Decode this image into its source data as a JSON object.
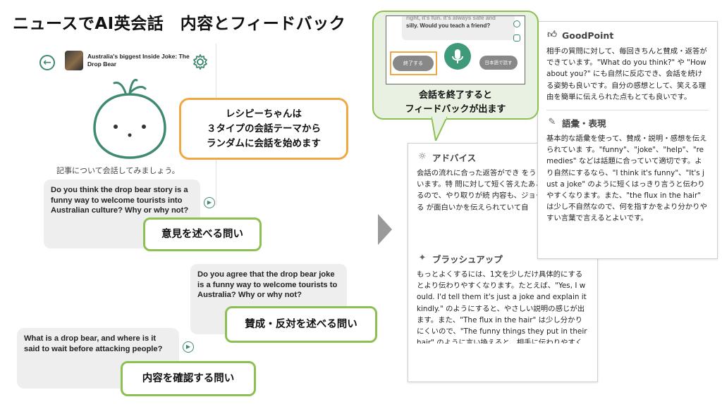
{
  "page_title": "ニュースでAI英会話　内容とフィードバック",
  "left": {
    "article_title": "Australia's biggest Inside Joke: The Drop Bear",
    "intro": "記事について会話してみましょう。",
    "callout_lines": [
      "レシピーちゃんは",
      "３タイプの会話テーマから",
      "ランダムに会話を始めます"
    ],
    "questions": [
      {
        "text": "Do you think the drop bear story is a funny way to welcome tourists into Australian culture? Why or why not?",
        "tag": "意見を述べる問い"
      },
      {
        "text": "Do you agree that the drop bear joke is a funny way to welcome tourists to Australia? Why or why not?",
        "tag": "賛成・反対を述べる問い"
      },
      {
        "text": "What is a drop bear, and where is it said to wait before attacking people?",
        "tag": "内容を確認する問い"
      }
    ]
  },
  "popup": {
    "mini_bubble_faded": "right, it's fun. it's always safe and",
    "mini_bubble_text": "silly. Would you teach a friend?",
    "end_button": "終了する",
    "japanese_button": "日本語で話す",
    "caption_lines": [
      "会話を終了すると",
      "フィードバックが出ます"
    ]
  },
  "good_point": {
    "heading": "GoodPoint",
    "text": "相手の質問に対して、毎回きちんと賛成・返答ができています。\"What do you think?\" や \"How about you?\" にも自然に反応でき、会話を続ける姿勢も良いです。自分の感想として、笑える理由を簡単に伝えられた点もとても良いです。"
  },
  "vocab": {
    "heading": "語彙・表現",
    "text": "基本的な語彙を使って、賛成・説明・感想を伝えられていま す。\"funny\"、\"joke\"、\"help\"、\"remedies\" などは話題に合っていて適切です。より自然にするなら、\"I think it's funny\"、\"It's just a joke\" のように短くはっきり言うと伝わりやすくなります。また、\"the flux in the hair\" は少し不自然なので、何を指すかをより分かりやすい言葉で言えるとよいです。"
  },
  "advice": {
    "heading": "アドバイス",
    "text": "会話の流れに合った返答ができ をうまく受け取れています。特 問に対して短く答えたあと、自 返しているので、やり取りが続 内容も、ジョークだと説明する が面白いかを伝えられていて自"
  },
  "brushup": {
    "heading": "ブラッシュアップ",
    "text": "もっとよくするには、1文を少しだけ具体的にするとより伝わりやすくなります。たとえば、\"Yes, I would. I'd tell them it's just a joke and explain it kindly.\" のようにすると、やさしい説明の感じが出ます。また、\"The flux in the hair\" は少し分かりにくいので、\"The funny things they put in their hair\" のように言い換えると、相手に伝わりやすくなります。"
  },
  "colors": {
    "accent_green": "#3f8a6e",
    "tag_border": "#8cc152",
    "callout_border": "#f0a845"
  }
}
